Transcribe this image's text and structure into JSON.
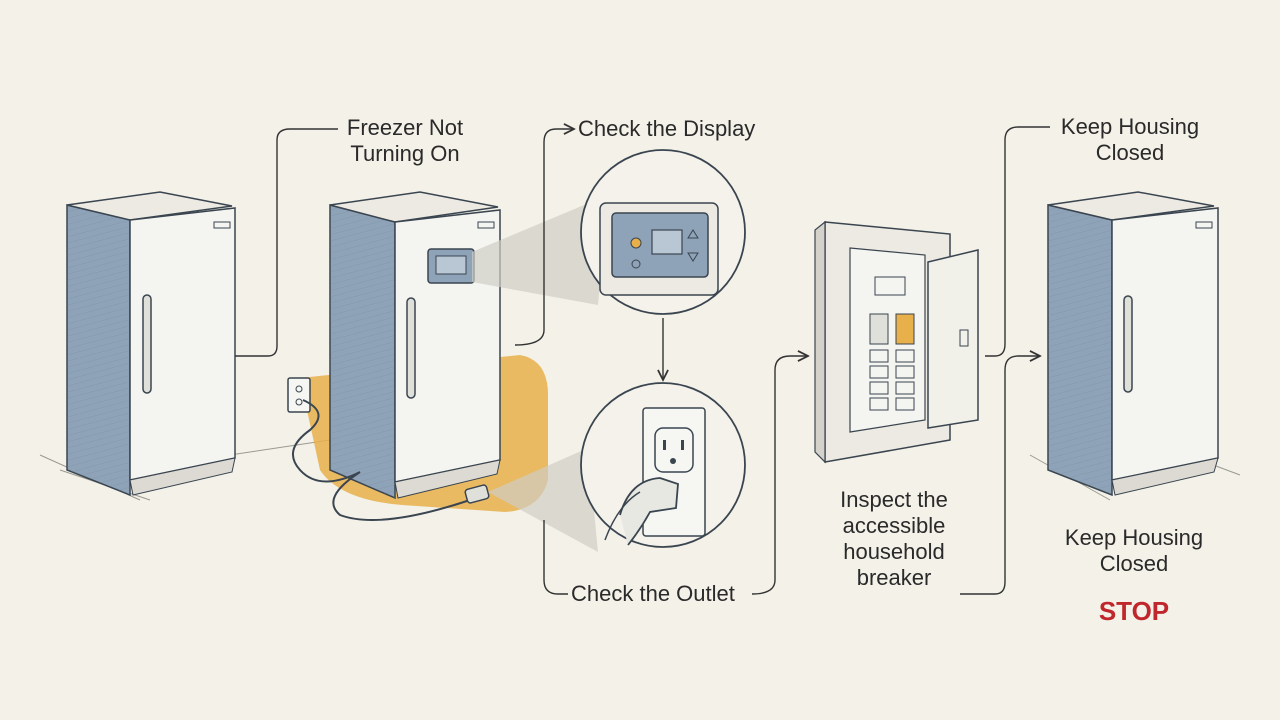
{
  "steps": {
    "start": {
      "line1": "Freezer Not",
      "line2": "Turning On"
    },
    "display": {
      "label": "Check the Display"
    },
    "outlet": {
      "label": "Check the Outlet"
    },
    "breaker": {
      "line1": "Inspect the",
      "line2": "accessible",
      "line3": "household",
      "line4": "breaker"
    },
    "keep_top": {
      "line1": "Keep Housing",
      "line2": "Closed"
    },
    "keep_bottom": {
      "line1": "Keep Housing",
      "line2": "Closed"
    },
    "stop": {
      "label": "STOP"
    }
  },
  "colors": {
    "background": "#f3f1e8",
    "freezer_side": "#8fa3b8",
    "freezer_front": "#f4f4f0",
    "accent": "#e8b04a",
    "stop": "#c0272d"
  }
}
